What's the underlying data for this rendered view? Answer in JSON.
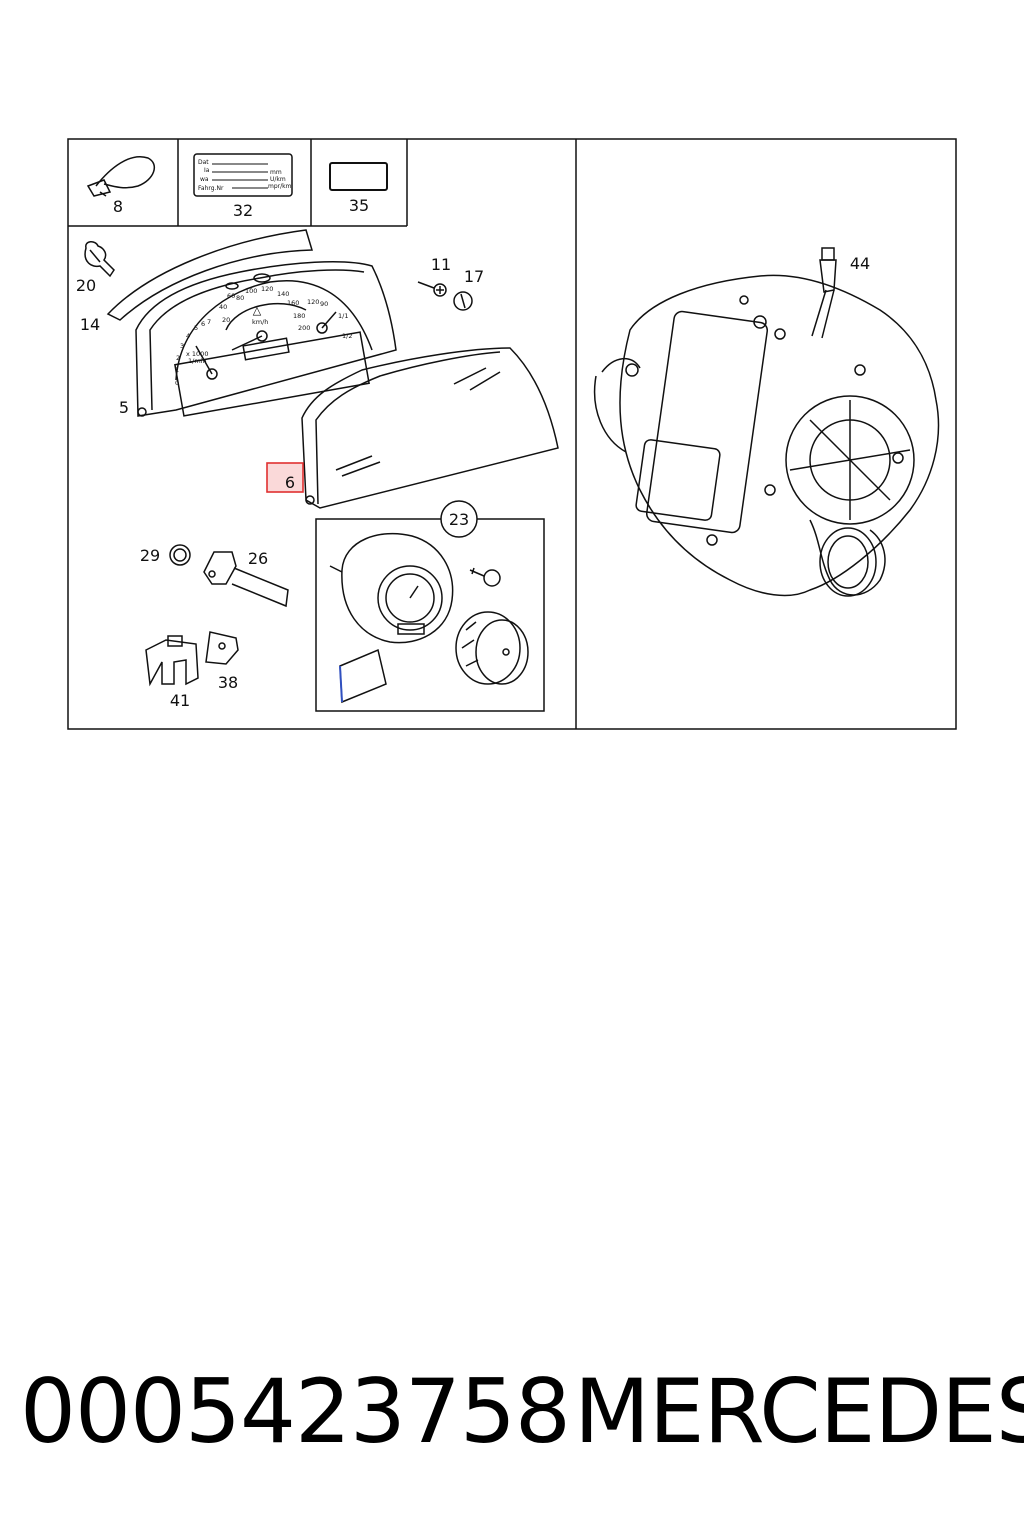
{
  "callouts": {
    "c8": "8",
    "c32": "32",
    "c35": "35",
    "c20": "20",
    "c14": "14",
    "c11": "11",
    "c17": "17",
    "c5": "5",
    "c6": "6",
    "c23": "23",
    "c29": "29",
    "c26": "26",
    "c41": "41",
    "c38": "38",
    "c44": "44"
  },
  "label_card": {
    "line1": "Dat",
    "line2": "Ia",
    "line3": "wa",
    "line4": "Fahrg.Nr",
    "unit1": "mm",
    "unit2": "U/km",
    "unit3": "mpr/km"
  },
  "cluster": {
    "speed_ticks": [
      "20",
      "40",
      "60",
      "80",
      "100",
      "120",
      "140",
      "160",
      "180",
      "200"
    ],
    "unit": "km/h",
    "rpm_ticks": [
      "0",
      "1",
      "2",
      "3",
      "4",
      "5",
      "6",
      "7"
    ],
    "rpm_unit1": "x 1000",
    "rpm_unit2": "1/min",
    "fuel_ticks": [
      "120",
      "90",
      "1/1",
      "1/2"
    ]
  },
  "footer": {
    "part_number": "0005423758",
    "brand": "MERCEDES"
  },
  "colors": {
    "highlight_border": "#e03030",
    "highlight_fill": "#f9d0d0",
    "line": "#111111"
  }
}
